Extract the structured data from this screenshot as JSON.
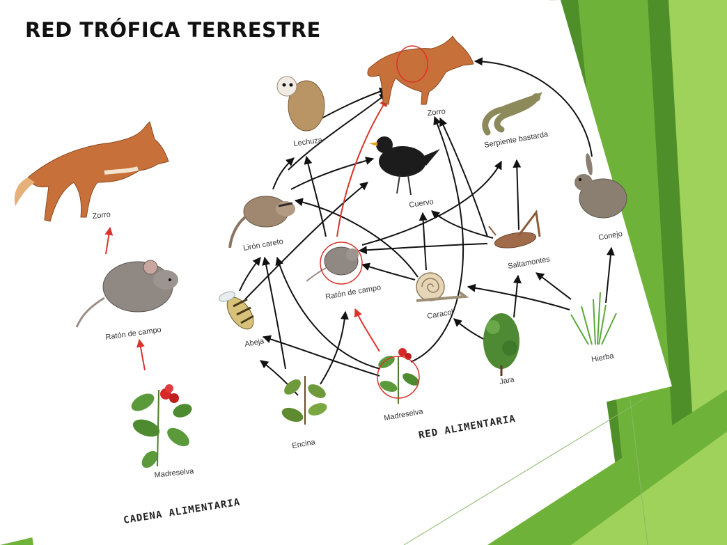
{
  "slide": {
    "title": "RED TRÓFICA TERRESTRE",
    "colors": {
      "green_dark": "#4f8f2a",
      "green_mid": "#6fb23a",
      "green_light": "#9fd25a",
      "green_pale": "#c4e38a"
    }
  },
  "cadena": {
    "heading": "CADENA ALIMENTARIA",
    "nodes": {
      "zorro": "Zorro",
      "raton": "Ratón de campo",
      "madreselva": "Madreselva"
    }
  },
  "red": {
    "heading": "RED ALIMENTARIA",
    "nodes": {
      "zorro": "Zorro",
      "lechuza": "Lechuza",
      "serpiente": "Serpiente bastarda",
      "conejo": "Conejo",
      "liron": "Lirón careto",
      "cuervo": "Cuervo",
      "raton": "Ratón de campo",
      "saltamontes": "Saltamontes",
      "caracol": "Caracol",
      "abeja": "Abeja",
      "jara": "Jara",
      "hierba": "Hierba",
      "encina": "Encina",
      "madreselva": "Madreselva"
    }
  }
}
